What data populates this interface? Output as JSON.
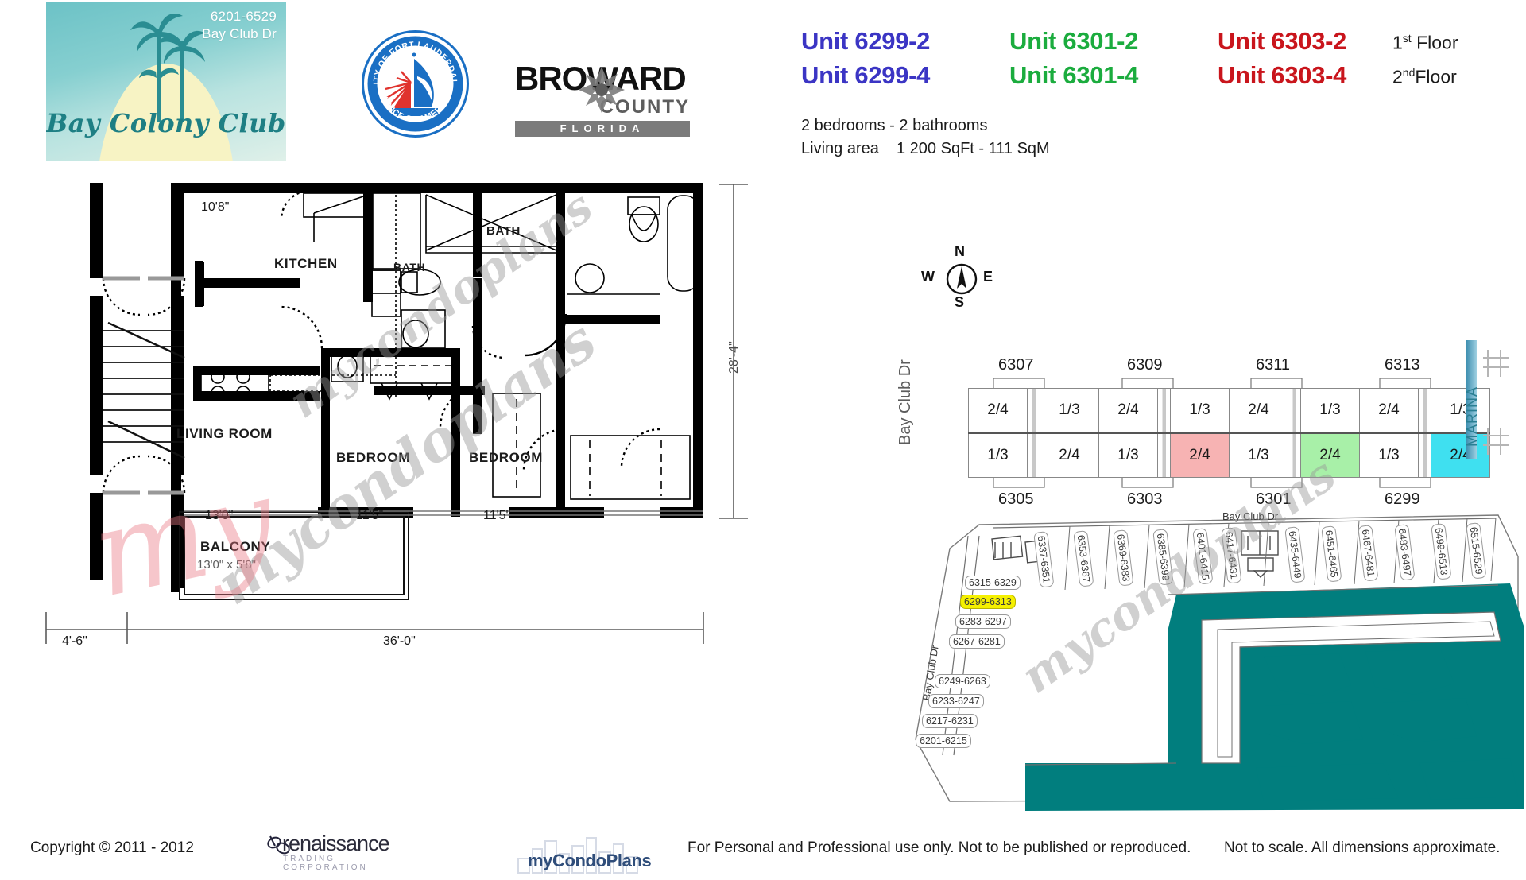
{
  "brand": {
    "logo_address_line1": "6201-6529",
    "logo_address_line2": "Bay Club Dr",
    "logo_name": "Bay Colony Club",
    "seal_top_text": "CITY OF FORT LAUDERDALE",
    "seal_bottom_text": "VENICE OF AMERICA",
    "broward_word": "BROWARD",
    "broward_county": "COUNTY",
    "broward_state": "FLORIDA"
  },
  "header": {
    "units": [
      {
        "first_floor": "Unit 6299-2",
        "second_floor": "Unit 6299-4",
        "color": "#3b35c4"
      },
      {
        "first_floor": "Unit 6301-2",
        "second_floor": "Unit 6301-4",
        "color": "#1bac3e"
      },
      {
        "first_floor": "Unit 6303-2",
        "second_floor": "Unit 6303-4",
        "color": "#c9151c"
      }
    ],
    "floor_1_label": "1",
    "floor_1_sup": "st",
    "floor_1_word": "Floor",
    "floor_2_label": "2",
    "floor_2_sup": "nd",
    "floor_2_word": "Floor",
    "spec_rooms": "2 bedrooms - 2 bathrooms",
    "spec_area_label": "Living area",
    "spec_area_value": "1 200 SqFt - 111 SqM"
  },
  "floorplan": {
    "rooms": {
      "kitchen": "KITCHEN",
      "bath_inner": "BATH",
      "bath_master": "BATH",
      "living_room": "LIVING ROOM",
      "bedroom_1": "BEDROOM",
      "bedroom_2": "BEDROOM",
      "balcony": "BALCONY"
    },
    "dimensions": {
      "kitchen_width": "10'8\"",
      "living_room_width": "13'0\"",
      "bedroom_1_width": "11'5\"",
      "bedroom_2_width": "11'5\"",
      "balcony_size": "13'0\" x 5'8\"",
      "overall_depth": "28'-4\"",
      "stair_width": "4'-6\"",
      "overall_width": "36'-0\""
    },
    "watermark_text": "mycondoplans",
    "watermark_script": "my"
  },
  "compass": {
    "north": "N",
    "south": "S",
    "east": "E",
    "west": "W"
  },
  "building_grid": {
    "street_label": "Bay Club Dr",
    "marina_label": "MARINA",
    "top_labels": [
      "6307",
      "6309",
      "6311",
      "6313"
    ],
    "bottom_labels": [
      "6305",
      "6303",
      "6301",
      "6299"
    ],
    "top_row": [
      "2/4",
      "1/3",
      "2/4",
      "1/3",
      "2/4",
      "1/3",
      "2/4",
      "1/3"
    ],
    "bottom_row": [
      "1/3",
      "2/4",
      "1/3",
      "2/4",
      "1/3",
      "2/4",
      "1/3",
      "2/4"
    ],
    "highlight_pink": "2/4",
    "highlight_green": "2/4",
    "highlight_cyan": "2/4",
    "color_pink": "#f7b3b3",
    "color_green": "#a8f0a8",
    "color_cyan": "#3fe0f0"
  },
  "site_map": {
    "road_label": "Bay Club Dr",
    "street_side_label": "Bay Club Dr",
    "left_blocks": [
      "6315-6329",
      "6299-6313",
      "6283-6297",
      "6267-6281",
      "6249-6263",
      "6233-6247",
      "6217-6231",
      "6201-6215"
    ],
    "highlighted_block": "6299-6313",
    "top_blocks": [
      "6337-6351",
      "6353-6367",
      "6369-6383",
      "6385-6399",
      "6401-6415",
      "6417-6431",
      "6435-6449",
      "6451-6465",
      "6467-6481",
      "6483-6497",
      "6499-6513",
      "6515-6529"
    ],
    "water_color": "#017e7e"
  },
  "footer": {
    "copyright": "Copyright © 2011 - 2012",
    "renaissance_word": "renaissance",
    "renaissance_sub": "TRADING CORPORATION",
    "mycondoplans_word": "myCondoPlans",
    "note_use": "For Personal and Professional use only.  Not to be published or reproduced.",
    "note_scale": "Not to scale.  All dimensions approximate."
  }
}
